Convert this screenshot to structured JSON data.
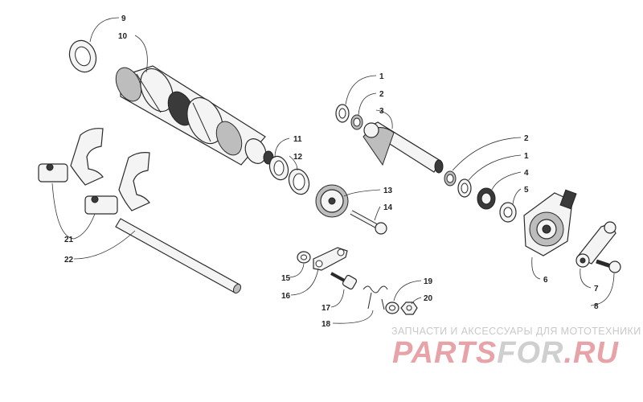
{
  "diagram": {
    "callouts": [
      "9",
      "10",
      "1",
      "2",
      "3",
      "11",
      "12",
      "2",
      "1",
      "4",
      "5",
      "13",
      "14",
      "21",
      "22",
      "15",
      "16",
      "17",
      "18",
      "19",
      "20",
      "6",
      "7",
      "8"
    ]
  },
  "watermark": {
    "caption": "ЗАПЧАСТИ И АКСЕССУАРЫ ДЛЯ МОТОТЕХНИКИ",
    "logo_part1": "PARTS",
    "logo_part2": "FOR",
    "logo_part3": ".RU",
    "colors": {
      "pink": "#e8a3a8",
      "gray": "#cfcfcf"
    }
  }
}
